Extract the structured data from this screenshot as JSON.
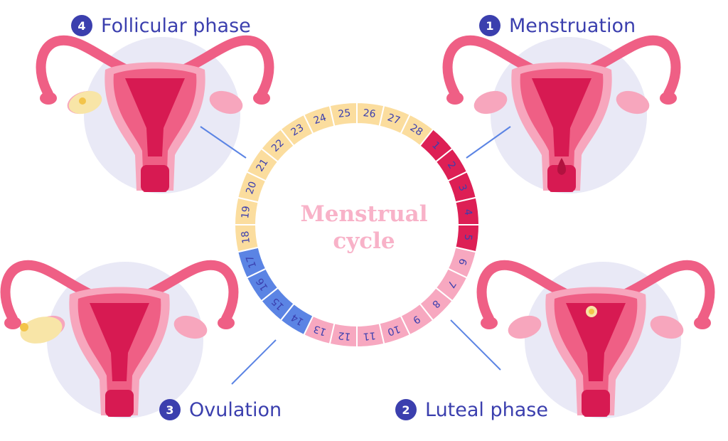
{
  "title_line1": "Menstrual",
  "title_line2": "cycle",
  "phases": [
    {
      "number": "4",
      "label": "Follicular phase"
    },
    {
      "number": "1",
      "label": "Menstruation"
    },
    {
      "number": "3",
      "label": "Ovulation"
    },
    {
      "number": "2",
      "label": "Luteal phase"
    }
  ],
  "cycle": {
    "total_days": 28,
    "segments": [
      {
        "days": [
          1,
          2,
          3,
          4,
          5
        ],
        "color": "#dd1f55"
      },
      {
        "days": [
          6,
          7,
          8,
          9,
          10,
          11,
          12,
          13
        ],
        "color": "#f7a8c0"
      },
      {
        "days": [
          14,
          15,
          16,
          17
        ],
        "color": "#5b84e4"
      },
      {
        "days": [
          18,
          19,
          20,
          21,
          22,
          23,
          24,
          25,
          26,
          27,
          28
        ],
        "color": "#fbdd9e"
      }
    ]
  },
  "colors": {
    "accent": "#3b3fae",
    "title": "#f8b2c8",
    "uterus": "#ef5f85",
    "uterus_dark": "#d71a52",
    "uterus_light": "#f7a6bd",
    "background_circle": "#e9e9f6",
    "follicle": "#f8e5a7",
    "connector": "#5b84e4"
  },
  "icons": [
    "uterus-illustration"
  ]
}
